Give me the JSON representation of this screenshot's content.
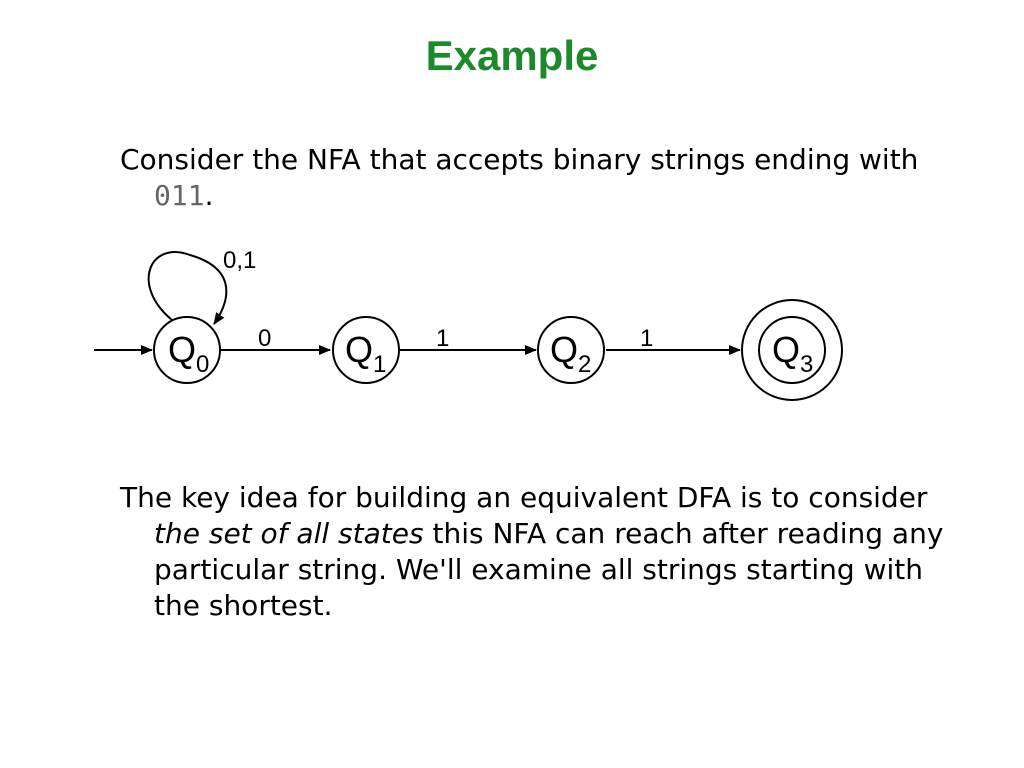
{
  "title": "Example",
  "intro": {
    "before_code": "Consider the NFA that accepts binary strings ending with ",
    "code": "011",
    "after_code": "."
  },
  "diagram": {
    "states": [
      {
        "id": "q0",
        "letter": "Q",
        "sub": "0",
        "start": true,
        "accepting": false
      },
      {
        "id": "q1",
        "letter": "Q",
        "sub": "1",
        "start": false,
        "accepting": false
      },
      {
        "id": "q2",
        "letter": "Q",
        "sub": "2",
        "start": false,
        "accepting": false
      },
      {
        "id": "q3",
        "letter": "Q",
        "sub": "3",
        "start": false,
        "accepting": true
      }
    ],
    "transitions": [
      {
        "from": "q0",
        "to": "q0",
        "label": "0,1"
      },
      {
        "from": "q0",
        "to": "q1",
        "label": "0"
      },
      {
        "from": "q1",
        "to": "q2",
        "label": "1"
      },
      {
        "from": "q2",
        "to": "q3",
        "label": "1"
      }
    ]
  },
  "body": {
    "text1": "The key idea for building an equivalent DFA is to consider ",
    "emphasis": "the set of all states",
    "text2": " this NFA can reach after reading any particular string. We'll examine all strings starting with the shortest."
  }
}
